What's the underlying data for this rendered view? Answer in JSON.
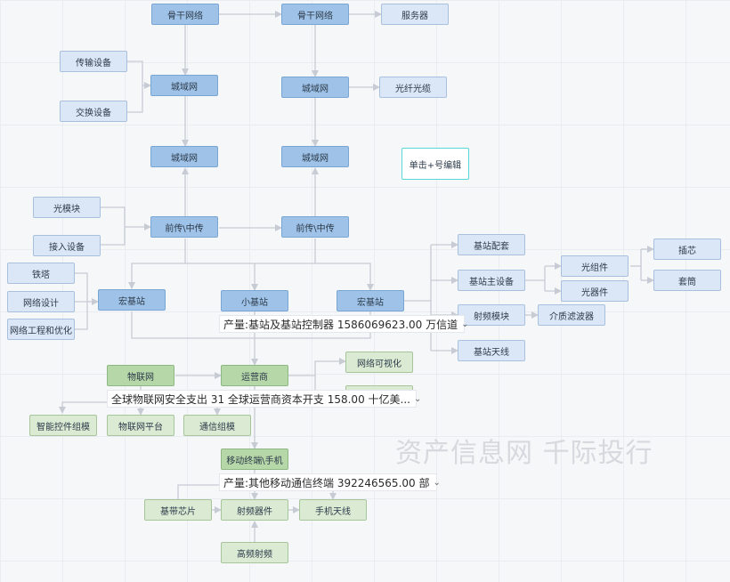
{
  "nodes": {
    "backbone_1": "骨干网络",
    "backbone_2": "骨干网络",
    "server": "服务器",
    "transmission_equipment": "传输设备",
    "metro_1": "城域网",
    "metro_2": "城域网",
    "fiber_optic": "光纤光缆",
    "switching_equipment": "交换设备",
    "metro_3": "城域网",
    "metro_4": "城域网",
    "click_hint": "单击+号编辑",
    "optical_module": "光模块",
    "fronthaul_1": "前传\\中传",
    "fronthaul_2": "前传\\中传",
    "access_equipment": "接入设备",
    "station_support": "基站配套",
    "optical_component": "光组件",
    "connector": "插芯",
    "tower": "铁塔",
    "station_main_equipment": "基站主设备",
    "sleeve": "套筒",
    "network_design": "网络设计",
    "macro_station_1": "宏基站",
    "small_station": "小基站",
    "macro_station_2": "宏基站",
    "optical_device": "光器件",
    "network_engineering": "网络工程和优化",
    "rf_module": "射频模块",
    "dielectric_filter": "介质滤波器",
    "station_antenna": "基站天线",
    "iot": "物联网",
    "operator": "运营商",
    "network_visualization": "网络可视化",
    "smart_control_module": "智能控件组模",
    "iot_platform": "物联网平台",
    "comm_module": "通信组模",
    "mobile_terminal": "移动终端\\手机",
    "baseband_chip": "基带芯片",
    "rf_device": "射频器件",
    "phone_antenna": "手机天线",
    "hf_rf": "高频射频"
  },
  "dropdowns": {
    "station_output": "产量:基站及基站控制器 1586069623.00 万信道",
    "iot_spend": "全球物联网安全支出 31 全球运营商资本开支 158.00 十亿美...",
    "terminal_output": "产量:其他移动通信终端 392246565.00 部"
  },
  "watermark": "资产信息网 千际投行",
  "icons": {
    "dropdown": "chevron-down-icon"
  },
  "colors": {
    "blue_node": "#9fc3e8",
    "light_node": "#dbe7f6",
    "green_node": "#b6d7a8",
    "light_green_node": "#dbead3",
    "hint_border": "#56d8d8",
    "connector_line": "#c7ccd4"
  }
}
